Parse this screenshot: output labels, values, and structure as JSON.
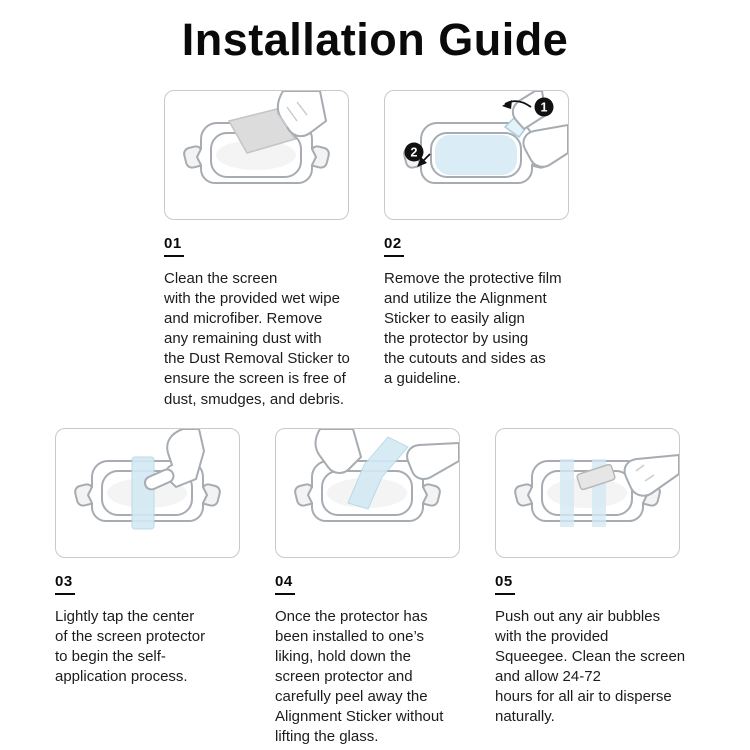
{
  "title": "Installation Guide",
  "steps": [
    {
      "number": "01",
      "text": "Clean the screen\nwith the provided wet wipe\nand microfiber. Remove\nany remaining dust with\nthe Dust Removal Sticker to\nensure the screen is free of\ndust, smudges, and debris."
    },
    {
      "number": "02",
      "text": "Remove the protective film\nand utilize the Alignment\nSticker to easily align\nthe protector by using\nthe cutouts and sides as\na guideline."
    },
    {
      "number": "03",
      "text": "Lightly tap the center\nof the screen protector\nto begin the self-\napplication process."
    },
    {
      "number": "04",
      "text": "Once the protector has\nbeen installed to one’s\nliking, hold down the\nscreen protector and\ncarefully peel away the\nAlignment Sticker without\nlifting the glass."
    },
    {
      "number": "05",
      "text": "Push out any air bubbles\nwith the provided\nSqueegee. Clean the screen\nand allow 24-72\nhours for all air to disperse\nnaturally."
    }
  ],
  "illustration_badges": {
    "step2": [
      "1",
      "2"
    ]
  },
  "colors": {
    "film_blue": "#d3e9f4",
    "outline_gray": "#a6acb2",
    "badge_black": "#111111"
  }
}
